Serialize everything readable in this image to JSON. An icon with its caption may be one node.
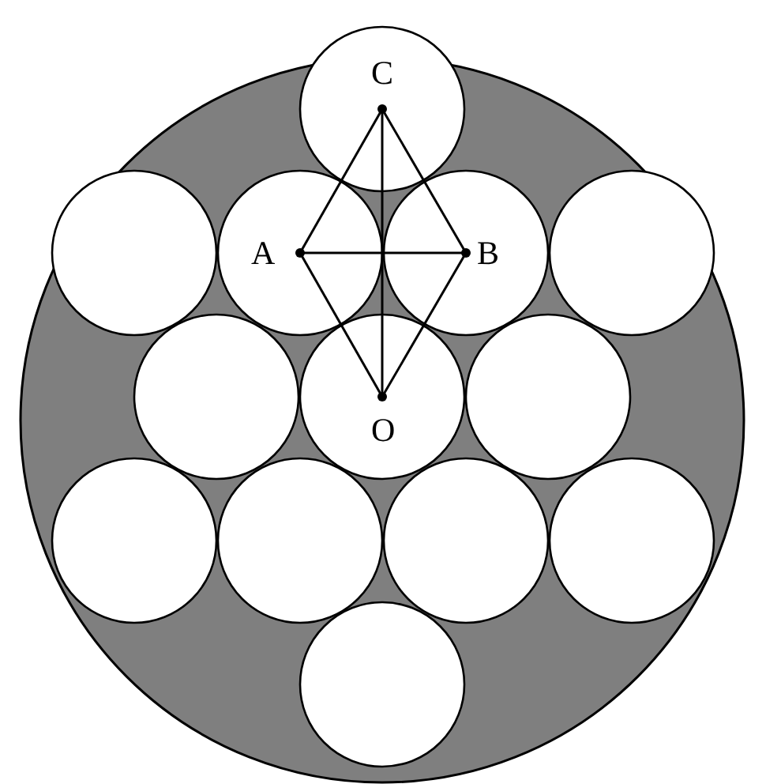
{
  "diagram": {
    "nodes": [
      {
        "text": [
          "C"
        ]
      },
      {
        "text": [
          "A"
        ]
      },
      {
        "text": [
          "B"
        ]
      },
      {
        "text": [
          "O"
        ]
      }
    ],
    "edges": [
      {
        "from": 0,
        "to": 1,
        "arrow": "none"
      },
      {
        "from": 0,
        "to": 2,
        "arrow": "none"
      },
      {
        "from": 1,
        "to": 2,
        "arrow": "none"
      },
      {
        "from": 1,
        "to": 3,
        "arrow": "none"
      },
      {
        "from": 2,
        "to": 3,
        "arrow": "none"
      },
      {
        "from": 0,
        "to": 3,
        "arrow": "none"
      }
    ]
  }
}
